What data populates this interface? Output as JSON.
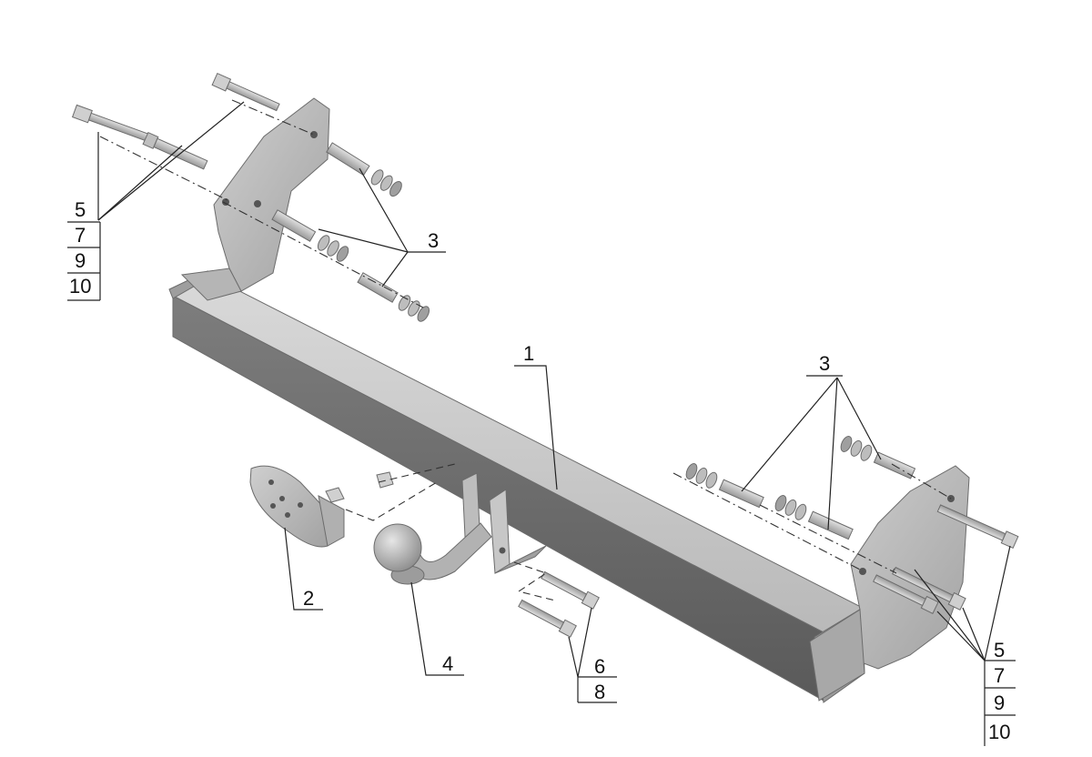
{
  "callouts": {
    "part_1": "1",
    "part_2": "2",
    "part_3_left": "3",
    "part_3_right": "3",
    "part_4": "4",
    "stack_left": [
      "5",
      "7",
      "9",
      "10"
    ],
    "stack_right": [
      "5",
      "7",
      "9",
      "10"
    ],
    "stack_center": [
      "6",
      "8"
    ]
  },
  "colors": {
    "metal_light": "#c4c4c4",
    "metal_mid": "#a9a9a9",
    "metal_dark": "#6a6a6a",
    "line": "#222222",
    "background": "#ffffff"
  }
}
